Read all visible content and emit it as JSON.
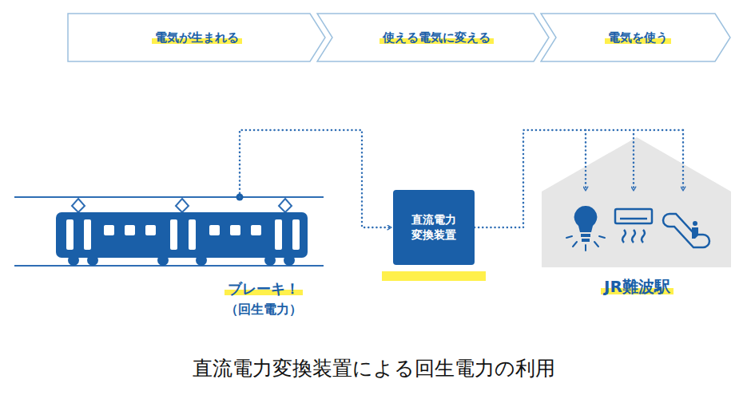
{
  "diagram": {
    "caption": "直流電力変換装置による回生電力の利用",
    "nodes": [
      {
        "text": [
          "電気が生まれる"
        ]
      },
      {
        "text": [
          "使える電気に変える"
        ]
      },
      {
        "text": [
          "電気を使う"
        ]
      },
      {
        "text": [
          "ブレーキ！",
          "（回生電力）"
        ]
      },
      {
        "text": [
          "直流電力変換装置"
        ]
      },
      {
        "text": [
          "JR難波駅"
        ]
      }
    ],
    "edges": [
      {
        "from": 3,
        "to": 4,
        "arrow": "to"
      },
      {
        "from": 4,
        "to": 5,
        "arrow": "to"
      }
    ]
  }
}
